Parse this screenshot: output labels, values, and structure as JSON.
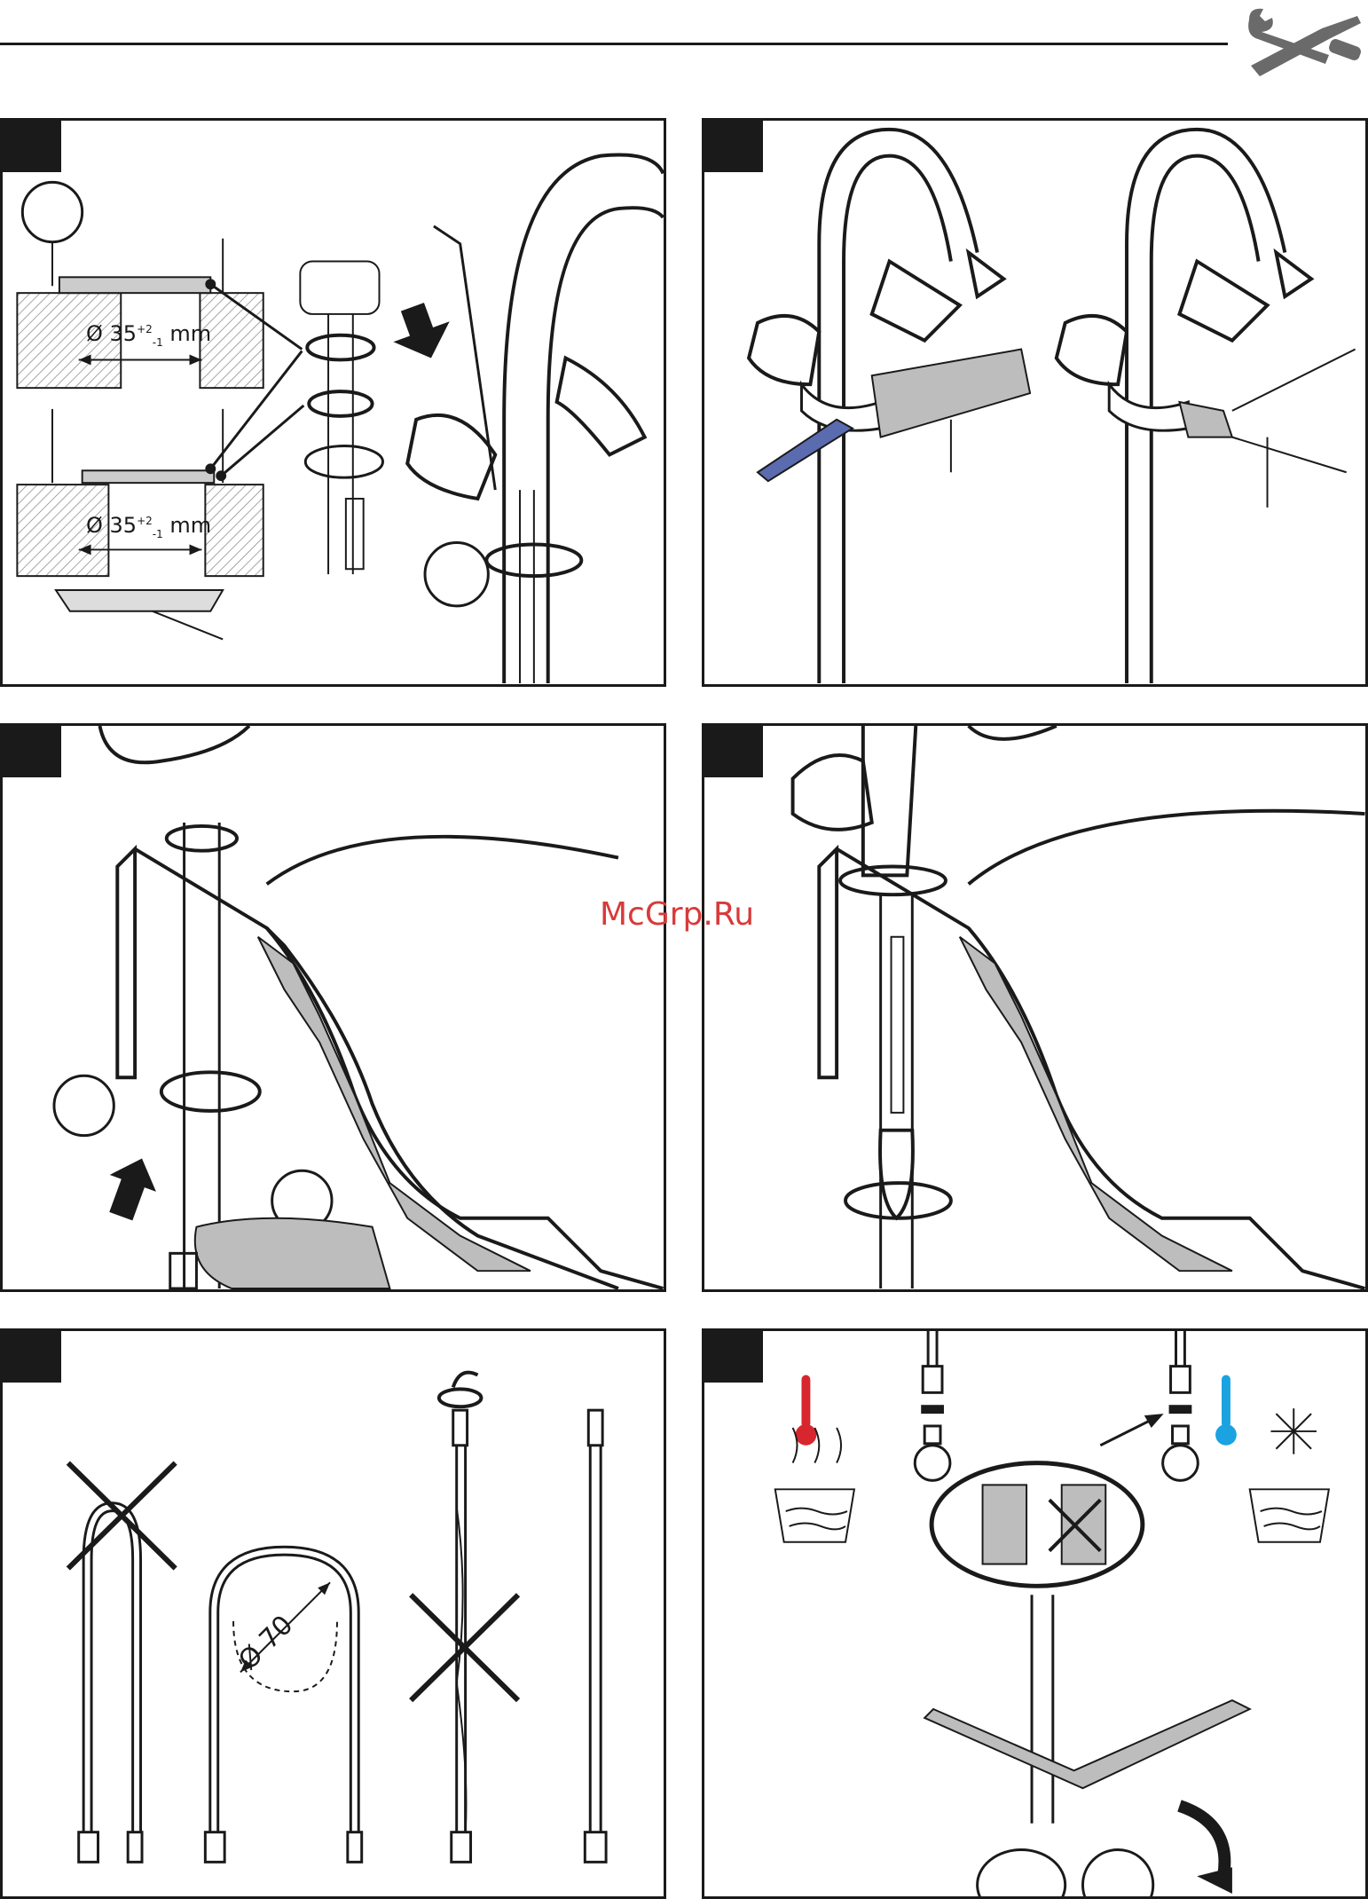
{
  "header": {
    "icon": "wrench-and-screwdriver-icon"
  },
  "panel_1": {
    "dimension_top": "Ø 35",
    "dimension_top_tolerance_upper": "+2",
    "dimension_top_tolerance_lower": "-1",
    "dimension_top_unit": "mm",
    "dimension_bottom": "Ø 35",
    "dimension_bottom_tolerance_upper": "+2",
    "dimension_bottom_tolerance_lower": "-1",
    "dimension_bottom_unit": "mm"
  },
  "panel_5": {
    "bend_diameter": "Ø 70"
  },
  "panel_6": {
    "hot_icon": "hot-water-thermometer-icon",
    "cold_icon": "cold-water-snowflake-icon"
  },
  "watermark": "McGrp.Ru",
  "colors": {
    "line": "#1a1a1a",
    "hot": "#d8262e",
    "cold": "#1aa3e0",
    "tape": "#5b6bb0",
    "watermark": "#d83a3a",
    "shade": "#bdbdbd"
  }
}
